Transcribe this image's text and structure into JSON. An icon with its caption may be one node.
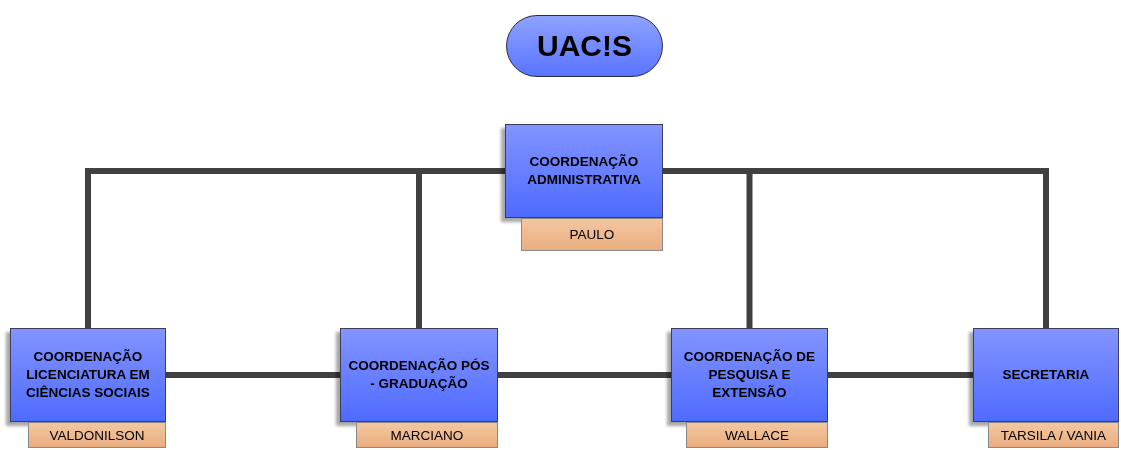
{
  "diagram": {
    "title": "UAC!S",
    "nodes": [
      {
        "text": [
          "COORDENAÇÃO ADMINISTRATIVA"
        ],
        "beside": [
          "PAULO"
        ]
      },
      {
        "text": [
          "COORDENAÇÃO LICENCIATURA EM CIÊNCIAS SOCIAIS"
        ],
        "beside": [
          "VALDONILSON"
        ]
      },
      {
        "text": [
          "COORDENAÇÃO PÓS - GRADUAÇÃO"
        ],
        "beside": [
          "MARCIANO"
        ]
      },
      {
        "text": [
          "COORDENAÇÃO DE PESQUISA E EXTENSÃO"
        ],
        "beside": [
          "WALLACE"
        ]
      },
      {
        "text": [
          "SECRETARIA"
        ],
        "beside": [
          "TARSILA / VANIA"
        ]
      }
    ],
    "edges": [
      {
        "from": 0,
        "to": 1,
        "arrow": "none"
      },
      {
        "from": 0,
        "to": 2,
        "arrow": "none"
      },
      {
        "from": 0,
        "to": 3,
        "arrow": "none"
      },
      {
        "from": 0,
        "to": 4,
        "arrow": "none"
      },
      {
        "from": 1,
        "to": 2,
        "arrow": "none"
      },
      {
        "from": 2,
        "to": 3,
        "arrow": "none"
      },
      {
        "from": 3,
        "to": 4,
        "arrow": "none"
      }
    ]
  }
}
